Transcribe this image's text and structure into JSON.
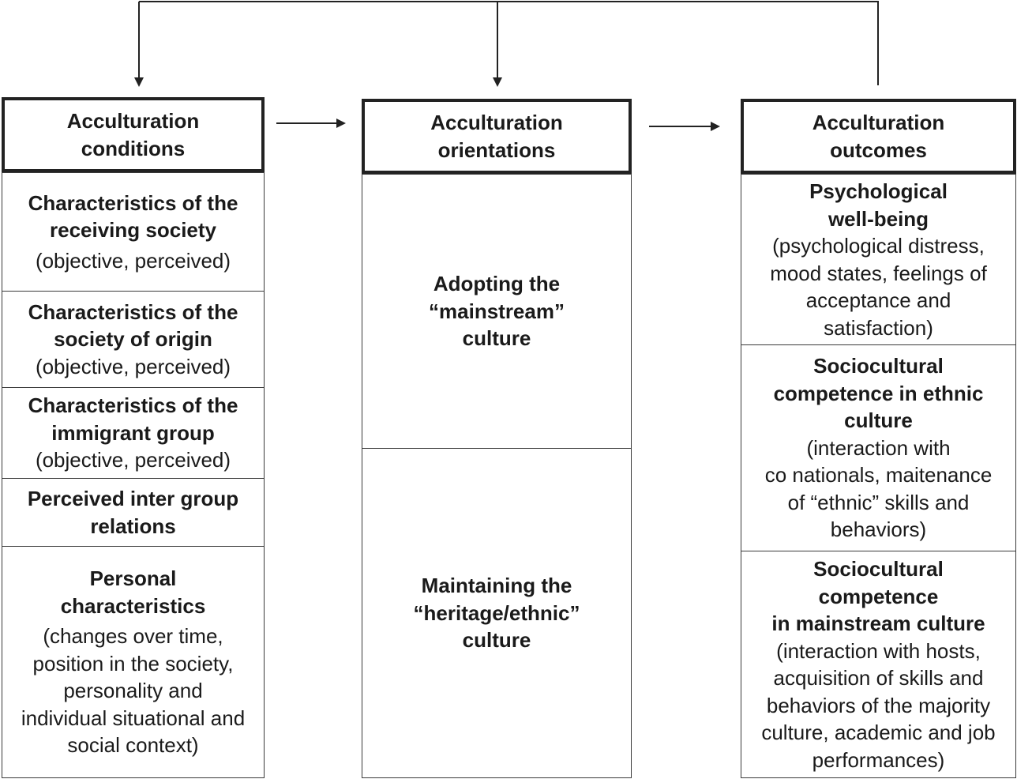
{
  "headers": {
    "conditions": "Acculturation\nconditions",
    "orientations": "Acculturation\norientations",
    "outcomes": "Acculturation\noutcomes"
  },
  "conditions": [
    {
      "title": "Characteristics of the\nreceiving society",
      "detail": "(objective, perceived)"
    },
    {
      "title": "Characteristics of the\nsociety of origin",
      "detail": "(objective, perceived)"
    },
    {
      "title": "Characteristics of the\nimmigrant group",
      "detail": "(objective, perceived)"
    },
    {
      "title": "Perceived inter group\nrelations",
      "detail": ""
    },
    {
      "title": "Personal\ncharacteristics",
      "detail": "(changes over time,\nposition in the society,\npersonality and\nindividual situational and\nsocial context)"
    }
  ],
  "orientations": [
    {
      "title": "Adopting the\n“mainstream”\nculture"
    },
    {
      "title": "Maintaining the\n“heritage/ethnic”\nculture"
    }
  ],
  "outcomes": [
    {
      "title": "Psychological\nwell-being",
      "detail": "(psychological distress,\nmood states, feelings of\nacceptance and\nsatisfaction)"
    },
    {
      "title": "Sociocultural\ncompetence in ethnic\nculture",
      "detail": "(interaction with\nco nationals, maitenance\nof “ethnic” skills and\nbehaviors)"
    },
    {
      "title": "Sociocultural\ncompetence\nin mainstream culture",
      "detail": "(interaction with hosts,\nacquisition of skills and\nbehaviors of the majority\nculture, academic and job\nperformances)"
    }
  ]
}
